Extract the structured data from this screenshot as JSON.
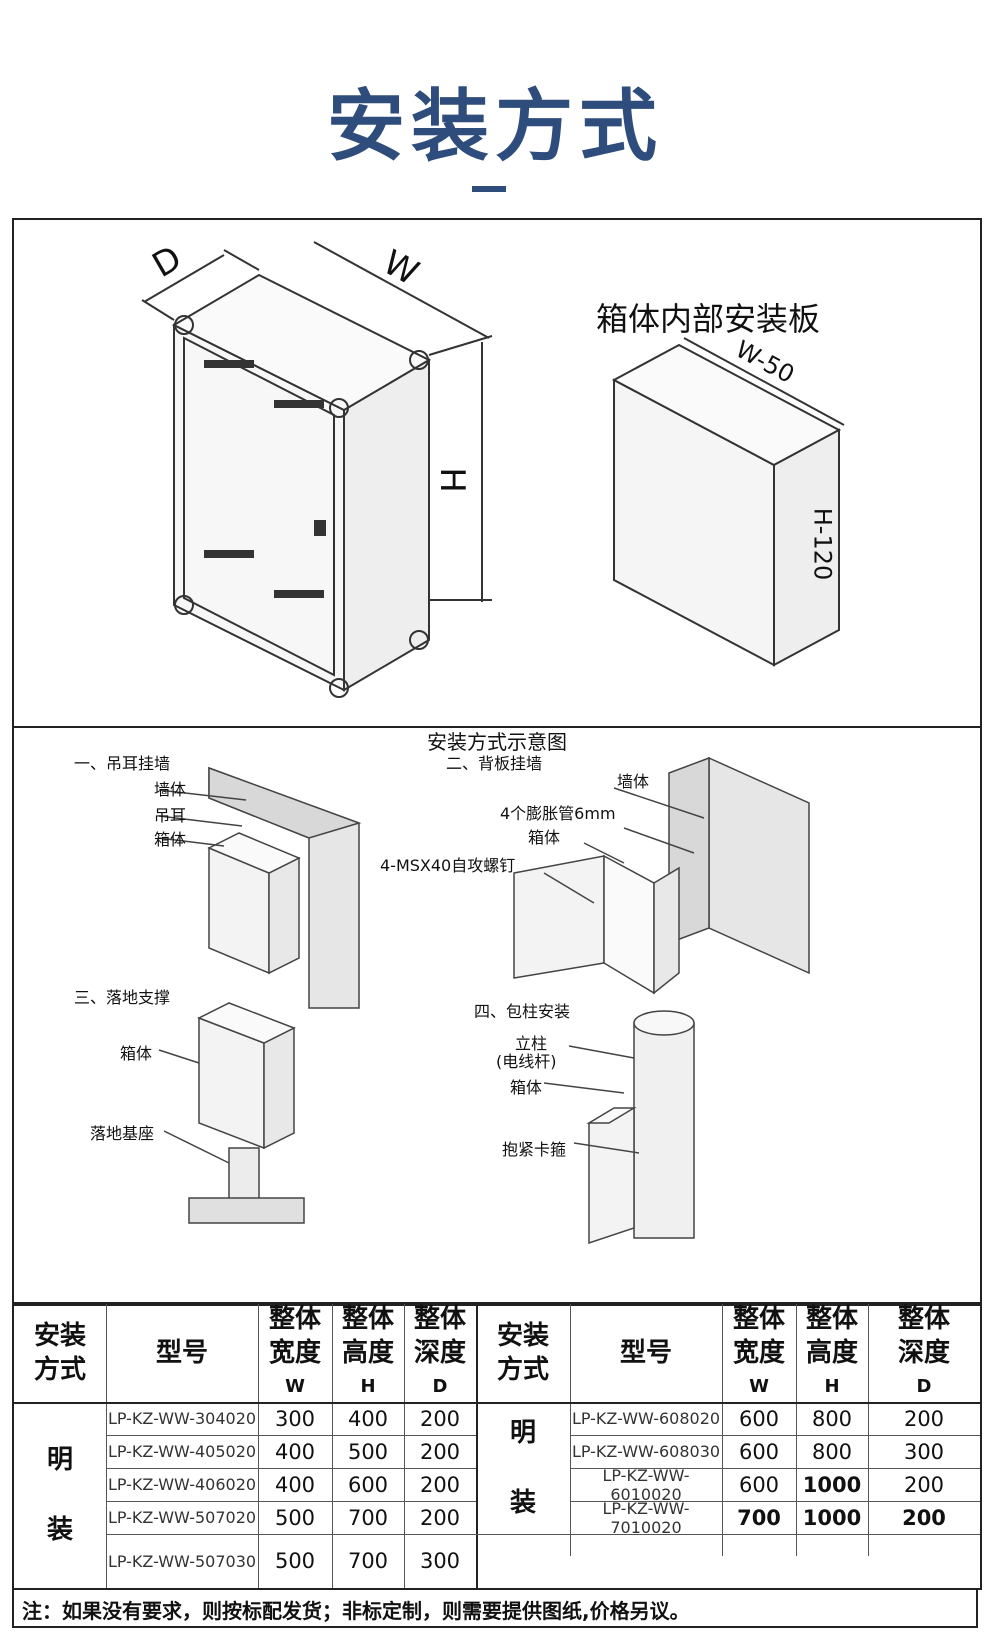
{
  "page_title": "安装方式",
  "box_diagram": {
    "dim_d": "D",
    "dim_w": "W",
    "dim_h": "H",
    "inner_plate_title": "箱体内部安装板",
    "inner_w": "W-50",
    "inner_h": "H-120"
  },
  "methods": {
    "title": "安装方式示意图",
    "wall_ear": {
      "heading": "一、吊耳挂墙",
      "wall": "墙体",
      "ear": "吊耳",
      "box": "箱体"
    },
    "back_plate": {
      "heading": "二、背板挂墙",
      "wall": "墙体",
      "anchor": "4个膨胀管6mm",
      "box": "箱体",
      "screw": "4-MSX40自攻螺钉"
    },
    "floor": {
      "heading": "三、落地支撑",
      "box": "箱体",
      "base": "落地基座"
    },
    "pole": {
      "heading": "四、包柱安装",
      "pole": "立柱",
      "pole_sub": "(电线杆)",
      "box": "箱体",
      "clamp": "抱紧卡箍"
    }
  },
  "table": {
    "headers": {
      "method": [
        "安装",
        "方式"
      ],
      "model": "型号",
      "width": [
        "整体",
        "宽度",
        "W"
      ],
      "height": [
        "整体",
        "高度",
        "H"
      ],
      "depth": [
        "整体",
        "深度",
        "D"
      ]
    },
    "method_value": [
      "明",
      "装"
    ],
    "left_rows": [
      {
        "model": "LP-KZ-WW-304020",
        "w": "300",
        "h": "400",
        "d": "200"
      },
      {
        "model": "LP-KZ-WW-405020",
        "w": "400",
        "h": "500",
        "d": "200"
      },
      {
        "model": "LP-KZ-WW-406020",
        "w": "400",
        "h": "600",
        "d": "200"
      },
      {
        "model": "LP-KZ-WW-507020",
        "w": "500",
        "h": "700",
        "d": "200"
      },
      {
        "model": "LP-KZ-WW-507030",
        "w": "500",
        "h": "700",
        "d": "300"
      }
    ],
    "right_rows": [
      {
        "model": "LP-KZ-WW-608020",
        "w": "600",
        "h": "800",
        "d": "200"
      },
      {
        "model": "LP-KZ-WW-608030",
        "w": "600",
        "h": "800",
        "d": "300"
      },
      {
        "model": "LP-KZ-WW-6010020",
        "w": "600",
        "h": "1000",
        "d": "200"
      },
      {
        "model": "LP-KZ-WW-7010020",
        "w": "700",
        "h": "1000",
        "d": "200"
      }
    ]
  },
  "note": "注：如果没有要求，则按标配发货；非标定制，则需要提供图纸,价格另议。",
  "colors": {
    "title": "#2f4d7c",
    "border": "#222222"
  }
}
